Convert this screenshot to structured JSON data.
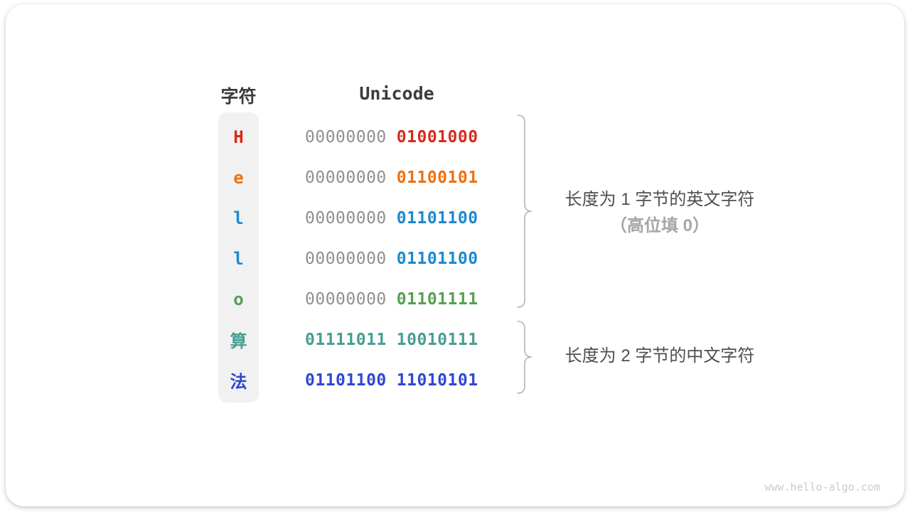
{
  "table": {
    "char_header": "字符",
    "unicode_header": "Unicode",
    "rows": [
      {
        "char": "H",
        "color": "#d52b1e",
        "byte1": "00000000",
        "byte1_color": "#8f8f8f",
        "byte1_weight": "400",
        "byte2": "01001000",
        "byte2_color": "#d52b1e"
      },
      {
        "char": "e",
        "color": "#ee7111",
        "byte1": "00000000",
        "byte1_color": "#8f8f8f",
        "byte1_weight": "400",
        "byte2": "01100101",
        "byte2_color": "#ee7111"
      },
      {
        "char": "l",
        "color": "#1e88cf",
        "byte1": "00000000",
        "byte1_color": "#8f8f8f",
        "byte1_weight": "400",
        "byte2": "01101100",
        "byte2_color": "#1e88cf"
      },
      {
        "char": "l",
        "color": "#1e88cf",
        "byte1": "00000000",
        "byte1_color": "#8f8f8f",
        "byte1_weight": "400",
        "byte2": "01101100",
        "byte2_color": "#1e88cf"
      },
      {
        "char": "o",
        "color": "#55a053",
        "byte1": "00000000",
        "byte1_color": "#8f8f8f",
        "byte1_weight": "400",
        "byte2": "01101111",
        "byte2_color": "#55a053"
      },
      {
        "char": "算",
        "color": "#479e94",
        "byte1": "01111011",
        "byte1_color": "#479e94",
        "byte1_weight": "700",
        "byte2": "10010111",
        "byte2_color": "#479e94"
      },
      {
        "char": "法",
        "color": "#3046d4",
        "byte1": "01101100",
        "byte1_color": "#3046d4",
        "byte1_weight": "700",
        "byte2": "11010101",
        "byte2_color": "#3046d4"
      }
    ]
  },
  "annotations": {
    "group1_line1": "长度为 1 字节的英文字符",
    "group1_line2": "（高位填 0）",
    "group2_line1": "长度为 2 字节的中文字符"
  },
  "watermark": "www.hello-algo.com",
  "colors": {
    "zero_padding_gray": "#8f8f8f",
    "header_text": "#3c3c3c",
    "annotation_text": "#4f4f4f",
    "annotation_muted": "#a6a6a6",
    "brace_stroke": "#b5b5b5",
    "char_column_bg": "#f1f1f1",
    "watermark_gray": "#cbcbcb"
  }
}
